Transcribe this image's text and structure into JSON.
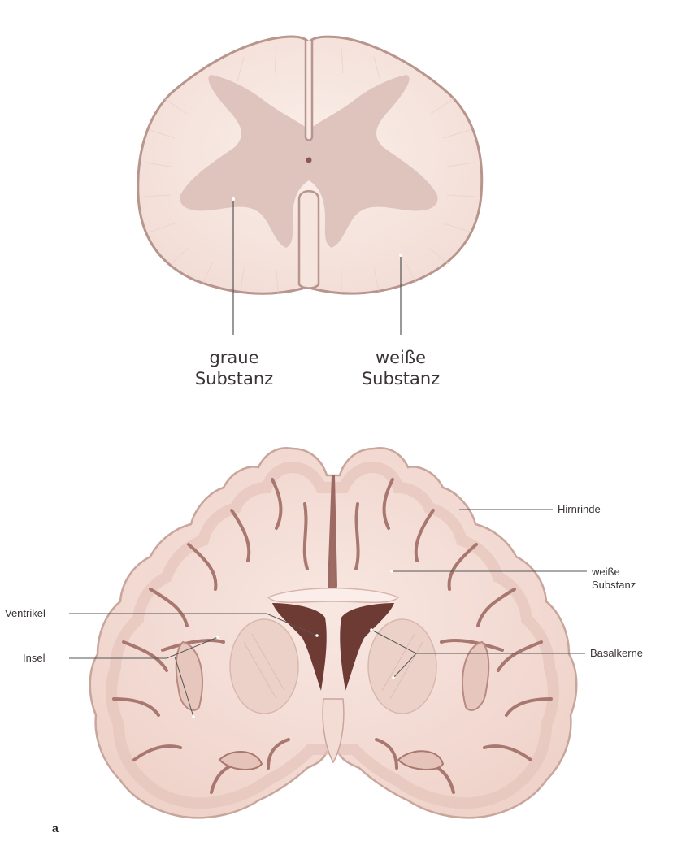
{
  "colors": {
    "cord_fill": "#f6e4de",
    "cord_edge": "#b8958d",
    "gray_matter": "#dcc2ba",
    "brain_fill": "#f4dcd4",
    "brain_cortex": "#e8c9c0",
    "sulcus": "#9c6a62",
    "ventricle": "#6e3a34",
    "leader_line": "#555555"
  },
  "spinal_cord": {
    "labels": {
      "gray": "graue\nSubstanz",
      "white": "weiße\nSubstanz"
    }
  },
  "brain": {
    "labels": {
      "cortex": "Hirnrinde",
      "white": "weiße\nSubstanz",
      "ventricle": "Ventrikel",
      "insula": "Insel",
      "basal": "Basalkerne"
    }
  },
  "panel_letter": "a"
}
